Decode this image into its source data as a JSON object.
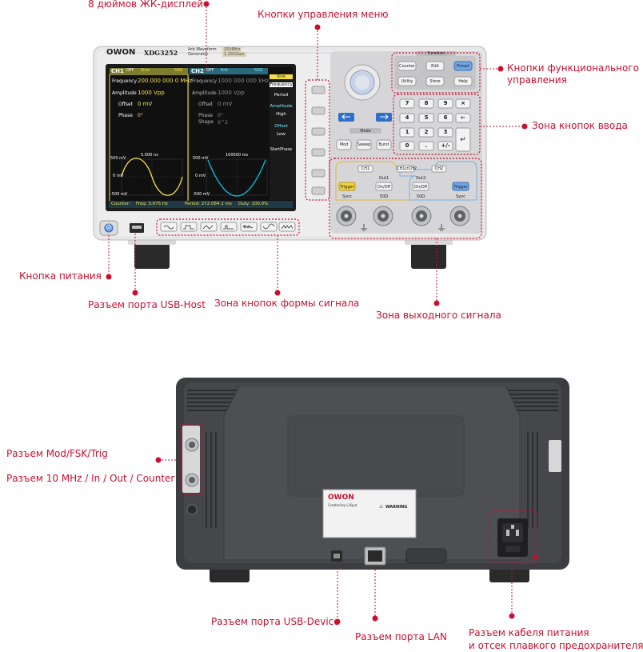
{
  "front": {
    "brand": "OWON",
    "model": "XDG3252",
    "model_sub_1": "Arb Waveform",
    "model_sub_2": "Generator",
    "badge_1": "250MHz",
    "badge_2": "1.25GSa/s",
    "screen": {
      "ch1_tag": "CH1",
      "ch1_state": "OFF",
      "ch1_wave": "Sine",
      "ch1_imp": "50Ω",
      "ch2_tag": "CH2",
      "ch2_state": "OFF",
      "ch2_wave": "Arb",
      "ch2_imp": "50Ω",
      "ch1_rows": [
        {
          "label": "Frequency",
          "value": "200.000 000 0 MHz"
        },
        {
          "label": "Amplitude",
          "value": "1000 Vpp"
        },
        {
          "label": "Offset",
          "value": "0 mV"
        },
        {
          "label": "Phase",
          "value": "0°"
        }
      ],
      "ch2_rows": [
        {
          "label": "Frequency",
          "value": "1000 000 000 kHz"
        },
        {
          "label": "Amplitude",
          "value": "1000 Vpp"
        },
        {
          "label": "Offset",
          "value": "0 mV"
        },
        {
          "label": "Phase",
          "value": "0°"
        },
        {
          "label": "Shape",
          "value": "X^2"
        }
      ],
      "ch1_time": "5.000 ns",
      "ch2_time": "100000 ms",
      "ch1_y_ticks": [
        "500 mV",
        "0 mV",
        "-500 mV"
      ],
      "ch2_y_ticks": [
        "500 mV",
        "0 mV",
        "-500 mV"
      ],
      "softkeys": [
        "Sine",
        "Frequency",
        "Period",
        "Amplitude",
        "High",
        "Offset",
        "Low",
        "StartPhase"
      ],
      "status_counter": "Counter:",
      "status_freq": "Freq: 3.675 Hz",
      "status_period": "Period: 272.084 2 ms",
      "status_duty": "Duty: 100.0%"
    },
    "func_keys": [
      "Counter",
      "Edit",
      "Preset",
      "Utility",
      "Store",
      "Help"
    ],
    "func_title": "Function",
    "numpad": [
      "7",
      "8",
      "9",
      "×",
      "4",
      "5",
      "6",
      "←",
      "1",
      "2",
      "3",
      "0",
      ".",
      "+/-"
    ],
    "mode_title": "Mode",
    "mode_keys": [
      "Mod",
      "Sweep",
      "Burst"
    ],
    "output": {
      "ch1": "CH1",
      "ch2": "CH2",
      "ch1ch2": "CH1⇄CH2",
      "out1": "Out1",
      "out2": "Out2",
      "trigger": "Trigger",
      "onoff": "On/Off",
      "sync": "Sync",
      "ohm": "50Ω"
    }
  },
  "back": {
    "brand": "OWON",
    "brand_sub": "Created by Lilliput",
    "warning": "WARNING"
  },
  "labels": {
    "lcd": "8 дюймов ЖК-дисплей",
    "menu_keys": "Кнопки управления меню",
    "func_keys_line1": "Кнопки функционального",
    "func_keys_line2": "управления",
    "input_zone": "Зона кнопок ввода",
    "power_button": "Кнопка питания",
    "usb_host": "Разъем порта USB-Host",
    "waveform_zone": "Зона кнопок формы сигнала",
    "output_zone": "Зона выходного сигнала",
    "mod_fsk": "Разъем Mod/FSK/Trig",
    "ref_clock": "Разъем 10 MHz / In / Out / Counter",
    "usb_device": "Разъем порта USB-Device",
    "lan": "Разъем порта LAN",
    "power_cable_line1": "Разъем кабеля питания",
    "power_cable_line2": "и отсек плавкого предохранителя"
  },
  "colors": {
    "accent": "#c8102e",
    "panel": "#e9e9ea",
    "screen_bg": "#101010",
    "ch1": "#f4e04d",
    "ch2": "#00c8e6",
    "key_blue": "#2f6fce",
    "key_yellow": "#f0d23a",
    "back_body": "#3b3d40"
  }
}
